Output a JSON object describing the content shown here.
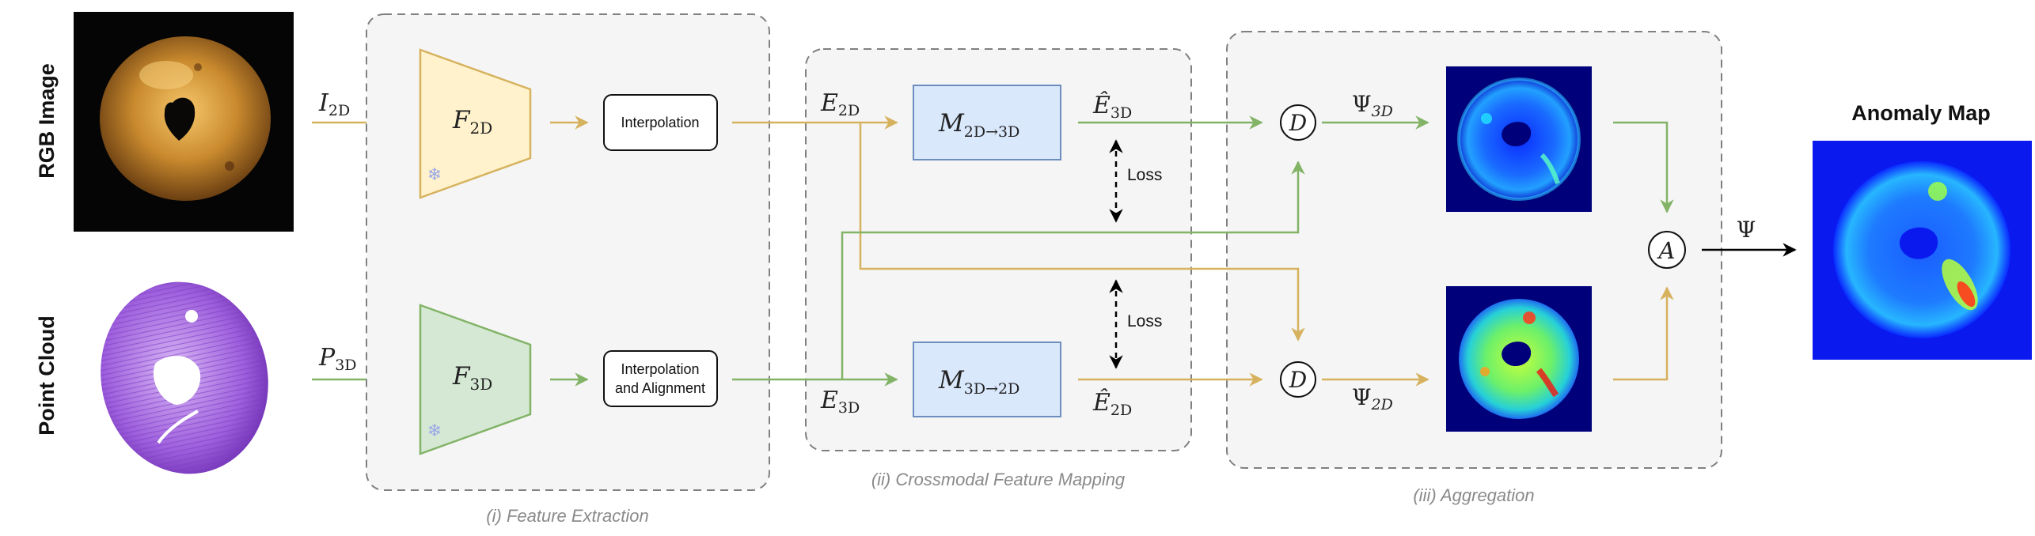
{
  "side_labels": {
    "rgb": "RGB Image",
    "point_cloud": "Point Cloud"
  },
  "inputs": {
    "i2d": "I",
    "i2d_sub": "2D",
    "p3d": "P",
    "p3d_sub": "3D"
  },
  "extractors": {
    "f2d": "F",
    "f2d_sub": "2D",
    "f3d": "F",
    "f3d_sub": "3D"
  },
  "boxes": {
    "interp_top": "Interpolation",
    "interp_bottom_line1": "Interpolation",
    "interp_bottom_line2": "and Alignment"
  },
  "features": {
    "e2d": "E",
    "e2d_sub": "2D",
    "e3d": "E",
    "e3d_sub": "3D"
  },
  "mappings": {
    "m23": "M",
    "m23_sub": "2D→3D",
    "m32": "M",
    "m32_sub": "3D→2D"
  },
  "predicted": {
    "e3d_hat": "Ê",
    "e3d_hat_sub": "3D",
    "e2d_hat": "Ê",
    "e2d_hat_sub": "2D"
  },
  "loss_label": "Loss",
  "distance_symbol": "D",
  "aggregation_symbol": "A",
  "scores": {
    "psi3d": "Ψ",
    "psi3d_sub": "3D",
    "psi2d": "Ψ",
    "psi2d_sub": "2D",
    "psi": "Ψ"
  },
  "anomaly_title": "Anomaly Map",
  "captions": {
    "feature_extraction": "(i) Feature Extraction",
    "crossmodal": "(ii) Crossmodal Feature Mapping",
    "aggregation": "(iii) Aggregation"
  },
  "icons": {
    "frozen": "snowflake-icon"
  },
  "colors": {
    "rgb_branch": "#d6b25e",
    "pc_branch": "#82b366",
    "f2d_fill": "#fff2cc",
    "f3d_fill": "#d5e8d4",
    "mapping_fill": "#dae8fc",
    "mapping_stroke": "#6c8ebf",
    "panel_fill": "#f5f5f5",
    "panel_stroke": "#808080"
  }
}
